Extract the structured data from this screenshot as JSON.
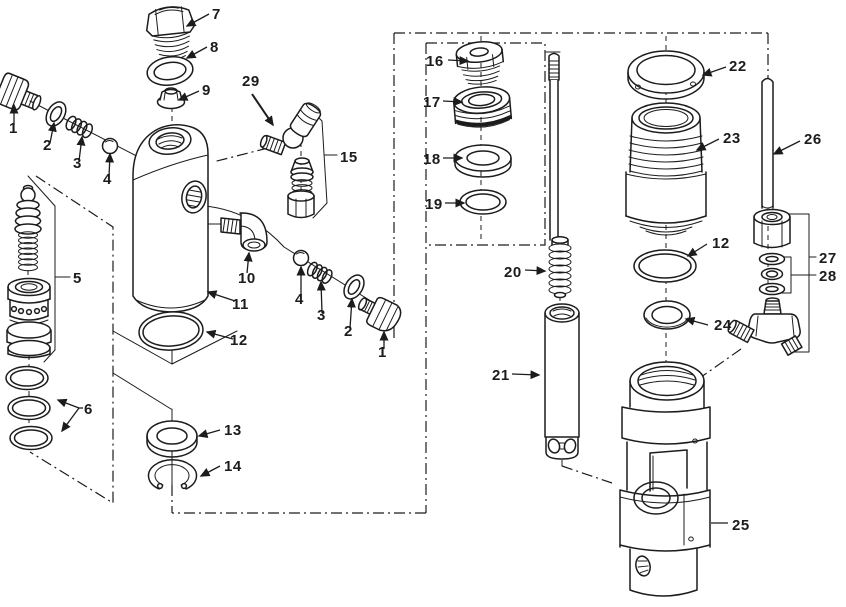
{
  "canvas": {
    "background": "#ffffff",
    "ink": "#1c1c1c"
  },
  "diagram": {
    "type": "exploded-parts-diagram",
    "callouts": [
      {
        "label": "1"
      },
      {
        "label": "2"
      },
      {
        "label": "3"
      },
      {
        "label": "4"
      },
      {
        "label": "5"
      },
      {
        "label": "6"
      },
      {
        "label": "7"
      },
      {
        "label": "8"
      },
      {
        "label": "9"
      },
      {
        "label": "10"
      },
      {
        "label": "11"
      },
      {
        "label": "12"
      },
      {
        "label": "13"
      },
      {
        "label": "14"
      },
      {
        "label": "15"
      },
      {
        "label": "16"
      },
      {
        "label": "17"
      },
      {
        "label": "18"
      },
      {
        "label": "19"
      },
      {
        "label": "20"
      },
      {
        "label": "21"
      },
      {
        "label": "22"
      },
      {
        "label": "23"
      },
      {
        "label": "12"
      },
      {
        "label": "24"
      },
      {
        "label": "25"
      },
      {
        "label": "26"
      },
      {
        "label": "27"
      },
      {
        "label": "28"
      },
      {
        "label": "29"
      },
      {
        "label": "4"
      },
      {
        "label": "3"
      },
      {
        "label": "2"
      },
      {
        "label": "1"
      }
    ]
  }
}
